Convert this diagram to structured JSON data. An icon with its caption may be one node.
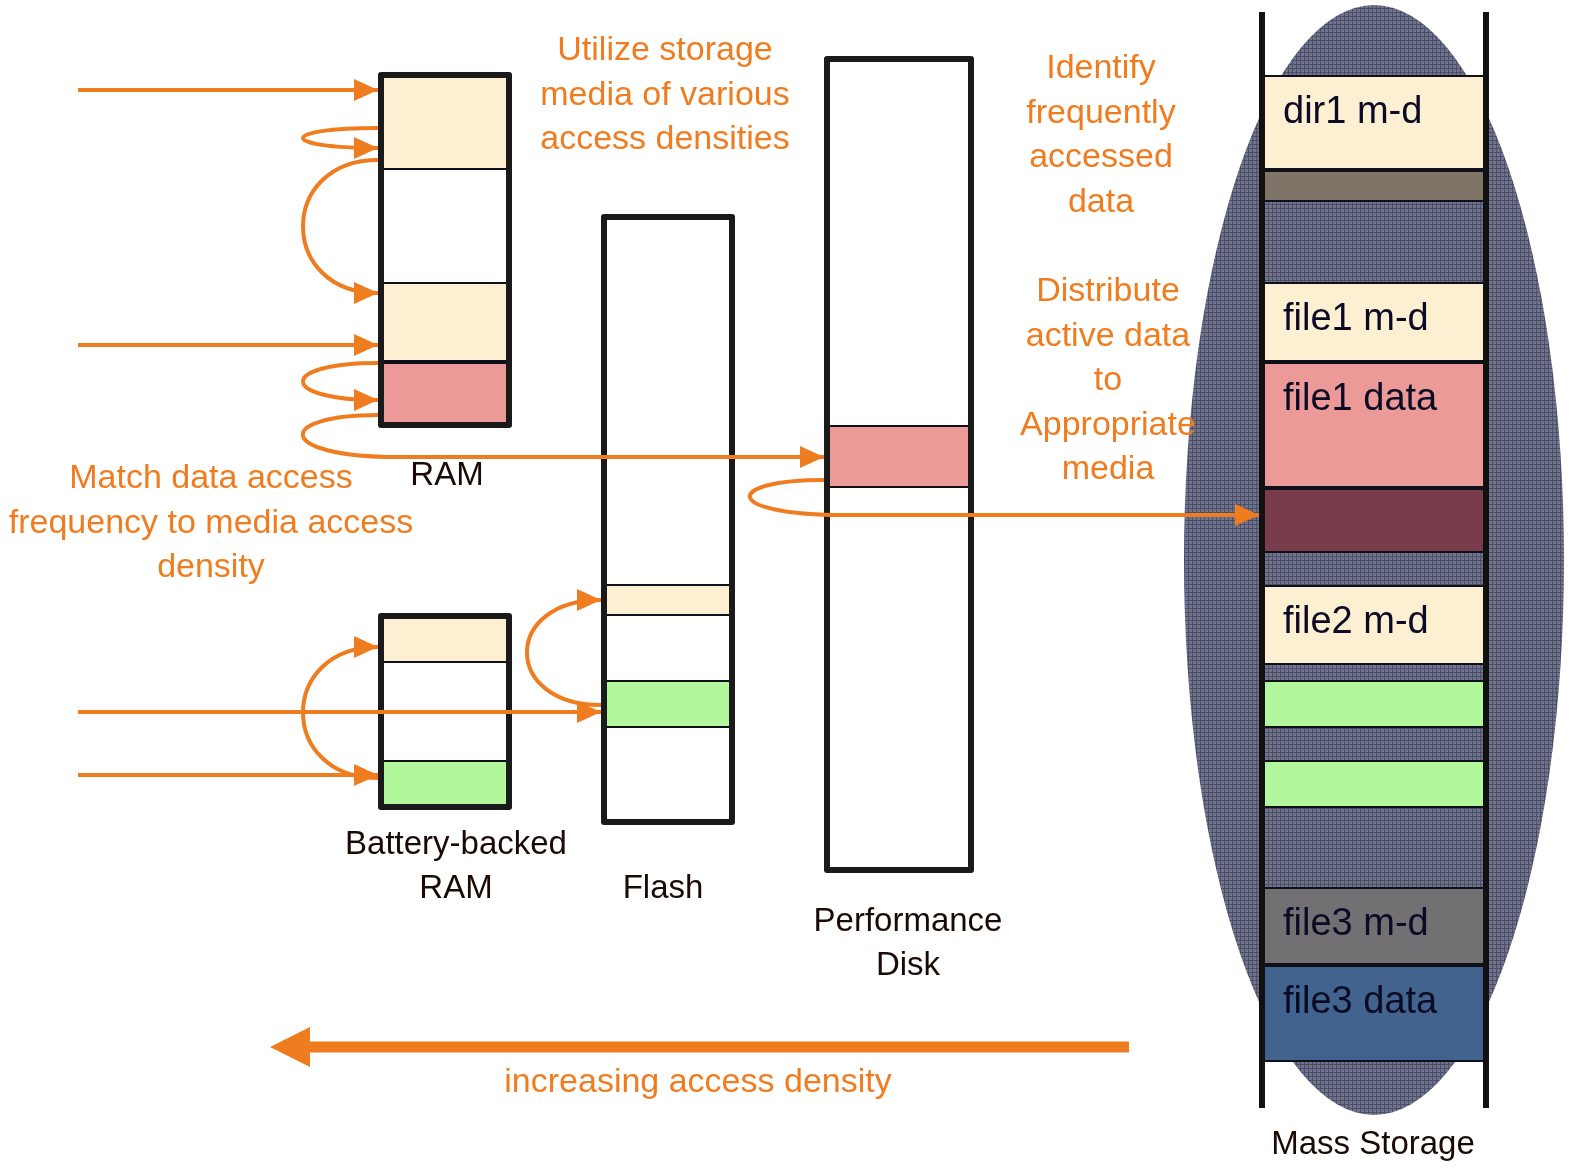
{
  "diagram": {
    "nodes": [
      {
        "text": [
          "RAM"
        ]
      },
      {
        "text": [],
        "shape": "box",
        "in": 0
      },
      {
        "text": [],
        "shape": "box",
        "in": 0
      },
      {
        "text": [],
        "shape": "box",
        "in": 0
      },
      {
        "text": [
          "Battery-backed RAM"
        ]
      },
      {
        "text": [],
        "shape": "box",
        "in": 4
      },
      {
        "text": [],
        "shape": "box",
        "in": 4
      },
      {
        "text": [
          "Flash"
        ]
      },
      {
        "text": [],
        "shape": "box",
        "in": 7
      },
      {
        "text": [],
        "shape": "box",
        "in": 7
      },
      {
        "text": [
          "Performance Disk"
        ]
      },
      {
        "text": [],
        "shape": "box",
        "in": 10
      },
      {
        "text": [
          "Mass Storage"
        ]
      },
      {
        "text": [
          "dir1 m-d"
        ],
        "in": 12
      },
      {
        "text": [],
        "shape": "box",
        "in": 12
      },
      {
        "text": [
          "file1 m-d"
        ],
        "in": 12
      },
      {
        "text": [
          "file1 data"
        ],
        "in": 12
      },
      {
        "text": [],
        "shape": "box",
        "in": 12
      },
      {
        "text": [
          "file2 m-d"
        ],
        "in": 12
      },
      {
        "text": [],
        "shape": "box",
        "in": 12
      },
      {
        "text": [],
        "shape": "box",
        "in": 12
      },
      {
        "text": [
          "file3 m-d"
        ],
        "in": 12
      },
      {
        "text": [
          "file3 data"
        ],
        "in": 12
      }
    ],
    "edges": [
      {
        "from": null,
        "to": 1,
        "arrow": "to"
      },
      {
        "from": 1,
        "to": 1,
        "arrow": "to"
      },
      {
        "from": 1,
        "to": 2,
        "arrow": "to"
      },
      {
        "from": null,
        "to": 2,
        "arrow": "to"
      },
      {
        "from": 2,
        "to": 3,
        "arrow": "to"
      },
      {
        "from": 3,
        "to": 11,
        "arrow": "to"
      },
      {
        "from": 11,
        "to": 17,
        "arrow": "to"
      },
      {
        "from": null,
        "to": 9,
        "arrow": "to"
      },
      {
        "from": 6,
        "to": 5,
        "arrow": "to"
      },
      {
        "from": null,
        "to": 6,
        "arrow": "to"
      },
      {
        "from": 9,
        "to": 8,
        "arrow": "to"
      }
    ],
    "labels": [
      "Utilize storage media of various access densities",
      "Identify frequently accessed data",
      "Distribute active data to Appropriate media",
      "Match data access frequency to media access density",
      "increasing access density"
    ]
  }
}
